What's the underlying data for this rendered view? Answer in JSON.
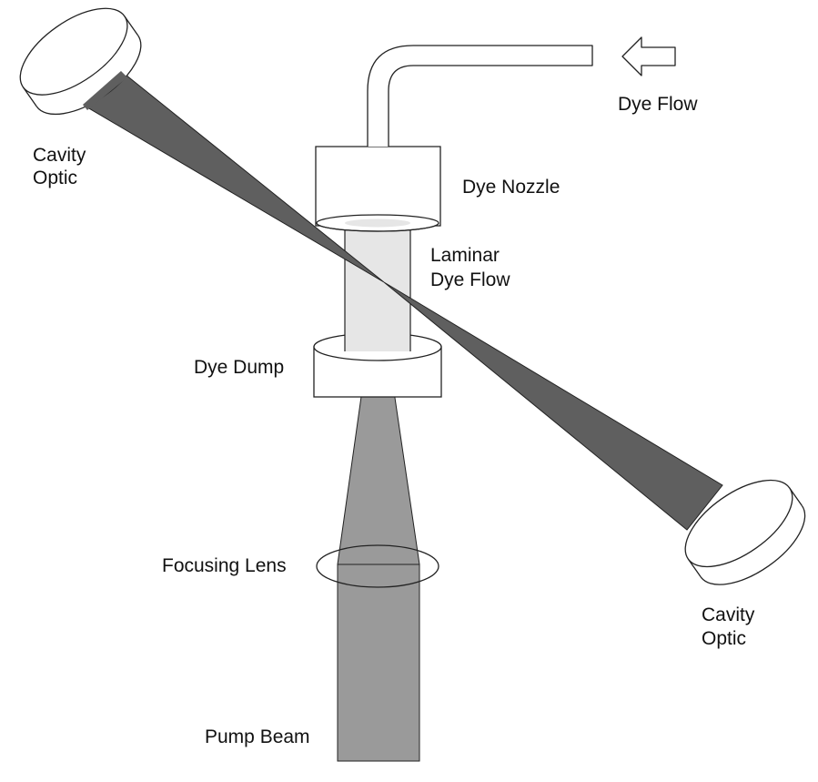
{
  "labels": {
    "cavity_optic_left_line1": "Cavity",
    "cavity_optic_left_line2": "Optic",
    "dye_flow": "Dye Flow",
    "dye_nozzle": "Dye Nozzle",
    "laminar_line1": "Laminar",
    "laminar_line2": "Dye Flow",
    "dye_dump": "Dye Dump",
    "focusing_lens": "Focusing Lens",
    "cavity_optic_right_line1": "Cavity",
    "cavity_optic_right_line2": "Optic",
    "pump_beam": "Pump Beam"
  },
  "colors": {
    "cavity_beam": "#5f5f5f",
    "pump_beam": "#9a9a9a",
    "laminar_flow": "#e6e6e6",
    "outline": "#222222",
    "background": "#ffffff"
  },
  "icons": {
    "flow_direction": "left-arrow-icon"
  }
}
